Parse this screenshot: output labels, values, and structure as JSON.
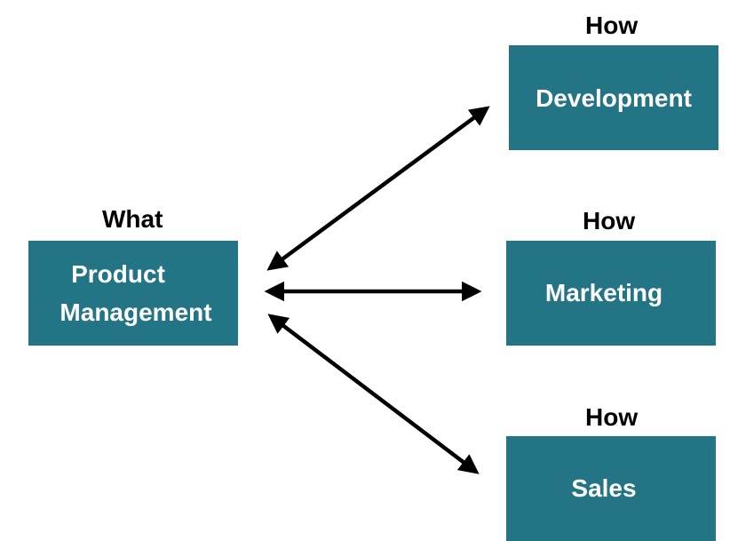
{
  "colors": {
    "box_fill": "#237585",
    "box_text": "#ffffff",
    "label_text": "#000000",
    "arrow": "#000000"
  },
  "source": {
    "label": "What",
    "lines": [
      "Product",
      "Management"
    ]
  },
  "targets": [
    {
      "label": "How",
      "name": "Development"
    },
    {
      "label": "How",
      "name": "Marketing"
    },
    {
      "label": "How",
      "name": "Sales"
    }
  ],
  "edges": [
    {
      "from": "Product Management",
      "to": "Development",
      "direction": "both"
    },
    {
      "from": "Product Management",
      "to": "Marketing",
      "direction": "both"
    },
    {
      "from": "Product Management",
      "to": "Sales",
      "direction": "both"
    }
  ]
}
